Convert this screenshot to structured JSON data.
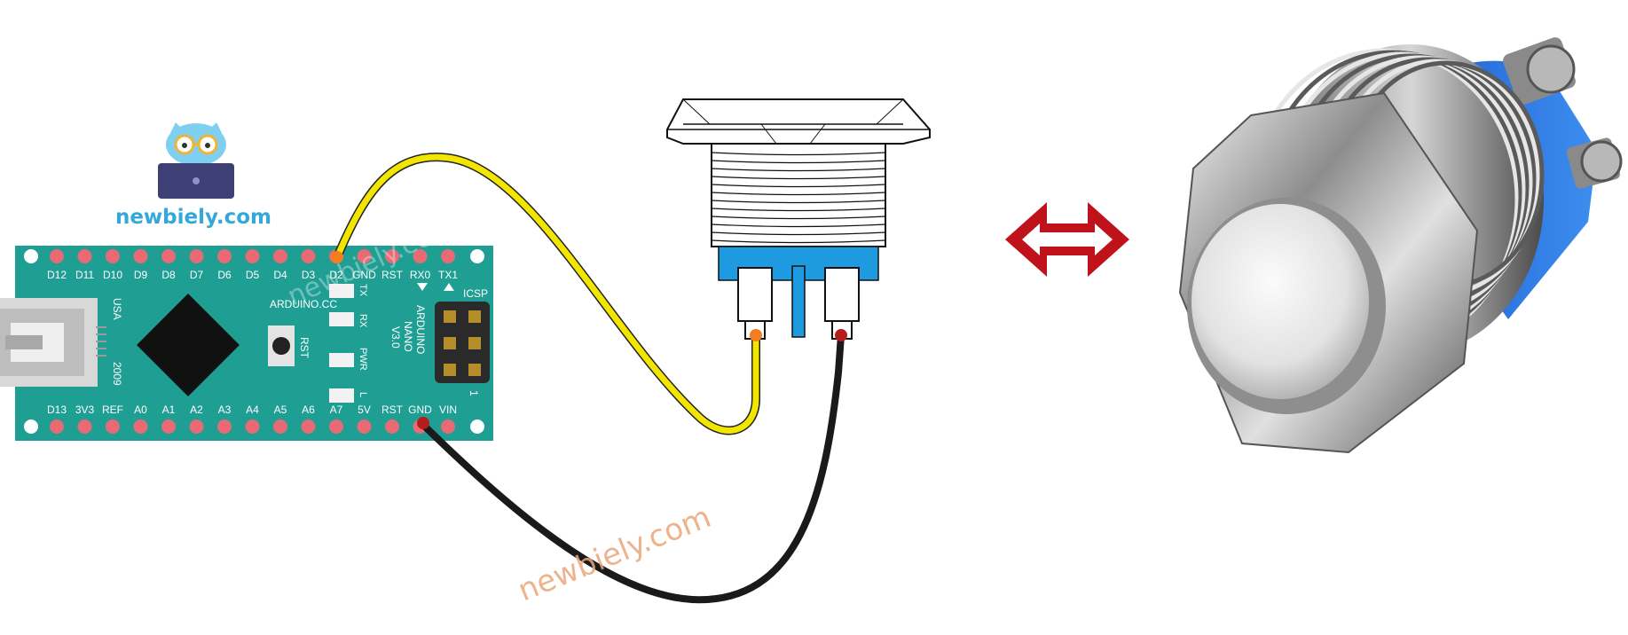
{
  "brand": {
    "logo_text": "newbiely.com",
    "watermark_text": "newbiely.com",
    "accent_color": "#34a8d8"
  },
  "board": {
    "color": "#1f9e93",
    "pin_color": "#e86a74",
    "top_pins": [
      "D12",
      "D11",
      "D10",
      "D9",
      "D8",
      "D7",
      "D6",
      "D5",
      "D4",
      "D3",
      "D2",
      "GND",
      "RST",
      "RX0",
      "TX1"
    ],
    "bottom_pins": [
      "D13",
      "3V3",
      "REF",
      "A0",
      "A1",
      "A2",
      "A3",
      "A4",
      "A5",
      "A6",
      "A7",
      "5V",
      "RST",
      "GND",
      "VIN"
    ],
    "silk_usa": "USA",
    "silk_year": "2009",
    "silk_site": "ARDUINO.CC",
    "silk_rst": "RST",
    "silk_icsp": "ICSP",
    "silk_one": "1",
    "led_labels": [
      "TX",
      "RX",
      "PWR",
      "L"
    ],
    "name_lines": [
      "ARDUINO",
      "NANO",
      "V3.0"
    ]
  },
  "wires": [
    {
      "from": "D2",
      "to": "switch-left-terminal",
      "color": "#f2e600"
    },
    {
      "from": "GND",
      "to": "switch-right-terminal",
      "color": "#1a1a1a"
    }
  ],
  "equivalence_icon": "double-arrow-icon",
  "equivalence_color": "#c0121b"
}
